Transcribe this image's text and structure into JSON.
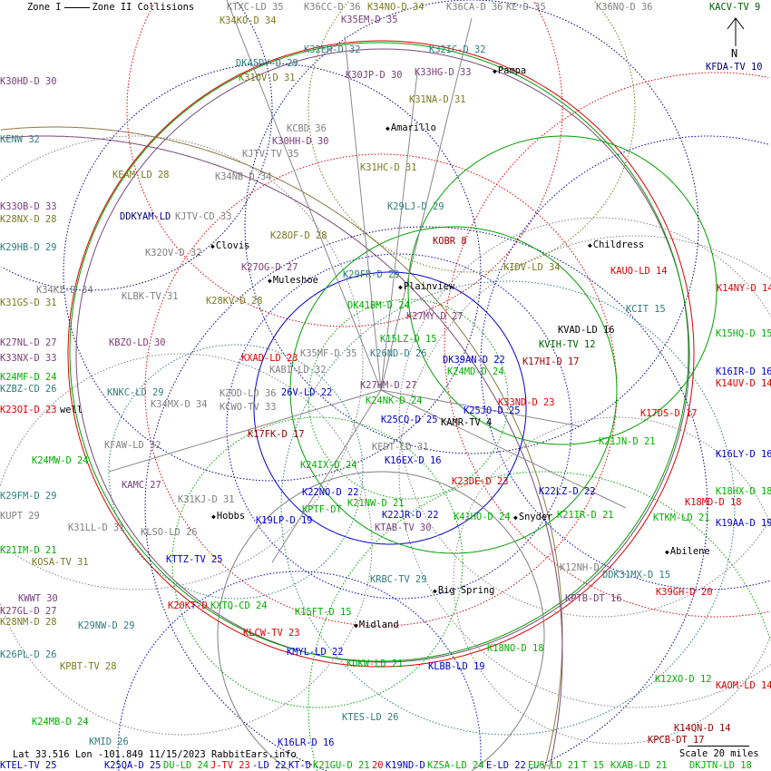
{
  "legend": {
    "zone1": "Zone I",
    "zone2": "Zone II Collisions"
  },
  "north_label": "N",
  "info": "Lat 33.516 Lon -101.849 11/15/2023 RabbitEars.info",
  "scale": "Scale 20 miles",
  "colors": {
    "teal": "#2e7d7d",
    "olive": "#7a7a20",
    "gray": "#808080",
    "purple": "#7a3d7a",
    "green": "#00c000",
    "blue": "#0000cc",
    "red": "#dd0000",
    "darkred": "#990000",
    "navy": "#000080",
    "darkgreen": "#006000"
  },
  "cities": [
    "Pampa",
    "Amarillo",
    "Clovis",
    "Childress",
    "Muleshoe",
    "Plainview",
    "well",
    "Hobbs",
    "Snyder",
    "Abilene",
    "Big Spring",
    "Midland"
  ],
  "stations": [
    "KTXC-LD 35",
    "K36CC-D 36",
    "K34NO-D 34",
    "K36CA-D 36",
    "KE-D 35",
    "K36NQ-D 36",
    "KACV-TV 9",
    "K34KO-D 34",
    "K35EM-D 35",
    "K32EH-D 32",
    "K32IC-D 32",
    "KFDA-TV 10",
    "DK45DY-D 29",
    "K31OV-D 31",
    "K30JP-D 30",
    "K33HG-D 33",
    "K30HD-D 30",
    "K31NA-D 31",
    "KENW 32",
    "KCBD 36",
    "K30HH-D 30",
    "KJTV-TV 35",
    "K31HC-D 31",
    "KEAM-LD 28",
    "K34NB-D 34",
    "K29LJ-D 29",
    "K33OB-D 33",
    "K28NX-D 28",
    "DDKYAM-LD",
    "KJTV-CD 33",
    "K29HB-D 29",
    "K28OF-D 28",
    "KOBR 8",
    "K32OV-D 32",
    "KIDV-LD 34",
    "K27OG-D 27",
    "K29FR-D 29",
    "KAUO-LD 14",
    "K34KZ-D 34",
    "K14NY-D 14",
    "KLBK-TV 31",
    "K31GS-D 31",
    "K28KV-D 28",
    "DK41BM-D 24",
    "K27MY-D 27",
    "KCIT 15",
    "KVAD-LD 16",
    "K15HQ-D 15",
    "K27NL-D 27",
    "KBZO-LD 30",
    "K15LZ-D 15",
    "KVIH-TV 12",
    "K35MF-D 35",
    "K26ND-D 26",
    "K33NX-D 33",
    "KXAD-LD 23",
    "DK39AN-D 22",
    "K17HI-D 17",
    "KABI-LD 32",
    "K24MD-D 24",
    "K16IR-D 16",
    "K14UV-D 14",
    "K24MF-D 24",
    "KZBZ-CD 26",
    "K27HM-D 27",
    "KNKC-LD 29",
    "KZOD-LD 36",
    "26V-LD 22",
    "K24NK-D 24",
    "K33ND-D 23",
    "K34MX-D 34",
    "KCWO-TV 33",
    "K23OI-D 23",
    "KAMR-TV 4",
    "K25JO-D 25",
    "K25CQ-D 25",
    "K17DS-D 17",
    "K17FK-D 17",
    "KFAW-LD 32",
    "KEDT-LD 31",
    "K21JN-D 21",
    "K16LY-D 16",
    "K24MW-D 24",
    "K24IX-D 24",
    "K16EX-D 16",
    "KAMC 27",
    "K23DE-D 23",
    "K22NO-D 22",
    "K22LZ-D 22",
    "K18HX-D 18",
    "K29FM-D 29",
    "K31KJ-D 31",
    "K21NW-D 21",
    "KPTF-DT",
    "K22JR-D 22",
    "K18MD-D 18",
    "KUPT 29",
    "K19LP-D 19",
    "K41HO-D 24",
    "K21IR-D 21",
    "KTKM-LD 21",
    "K19AA-D 19",
    "K31LL-D 31",
    "KTAB-TV 30",
    "KLSO-LD 26",
    "K21IM-D 21",
    "KOSA-TV 31",
    "KTTZ-TV 25",
    "K12NH-D",
    "DDK31MX-D 15",
    "KRBC-TV 29",
    "KPTB-DT 16",
    "K39GH-D 20",
    "KWWT 30",
    "K20KT-D",
    "KXTQ-CD 24",
    "K27GL-D 27",
    "K28NM-D 28",
    "K15FT-D 15",
    "K29NW-D 29",
    "KLCW-TV 23",
    "K26PL-D 26",
    "KMYL-LD 22",
    "K18NO-D 18",
    "KPBT-TV 28",
    "KDKW-LD 21",
    "KLBB-LD 19",
    "K12XO-D 12",
    "KAOM-LD 14",
    "K24MB-D 24",
    "KTES-LD 26",
    "K14QN-D 14",
    "KPCB-DT 17",
    "K16LR-D 16",
    "KMID 26",
    "KTEL-TV 25",
    "K25QA-D 25",
    "DU-LD 24",
    "J-TV 23",
    "-LD 22",
    "KT-D",
    "K21GU-D 21",
    "20",
    "K19ND-D",
    "KZSA-LD 24",
    "E-LD 22",
    "EUS-LD 21",
    "T 15",
    "KXAB-LD 21",
    "DKJTN-LD 18"
  ]
}
